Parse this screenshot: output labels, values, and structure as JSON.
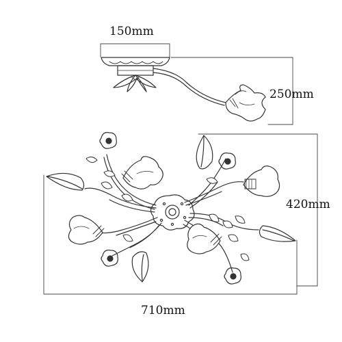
{
  "dimensions": {
    "canopy_diameter": "150mm",
    "drop_height": "250mm",
    "depth": "420mm",
    "width": "710mm"
  },
  "colors": {
    "line": "#333333",
    "dim_line": "#444444",
    "shade_fill": "#ffffff"
  }
}
